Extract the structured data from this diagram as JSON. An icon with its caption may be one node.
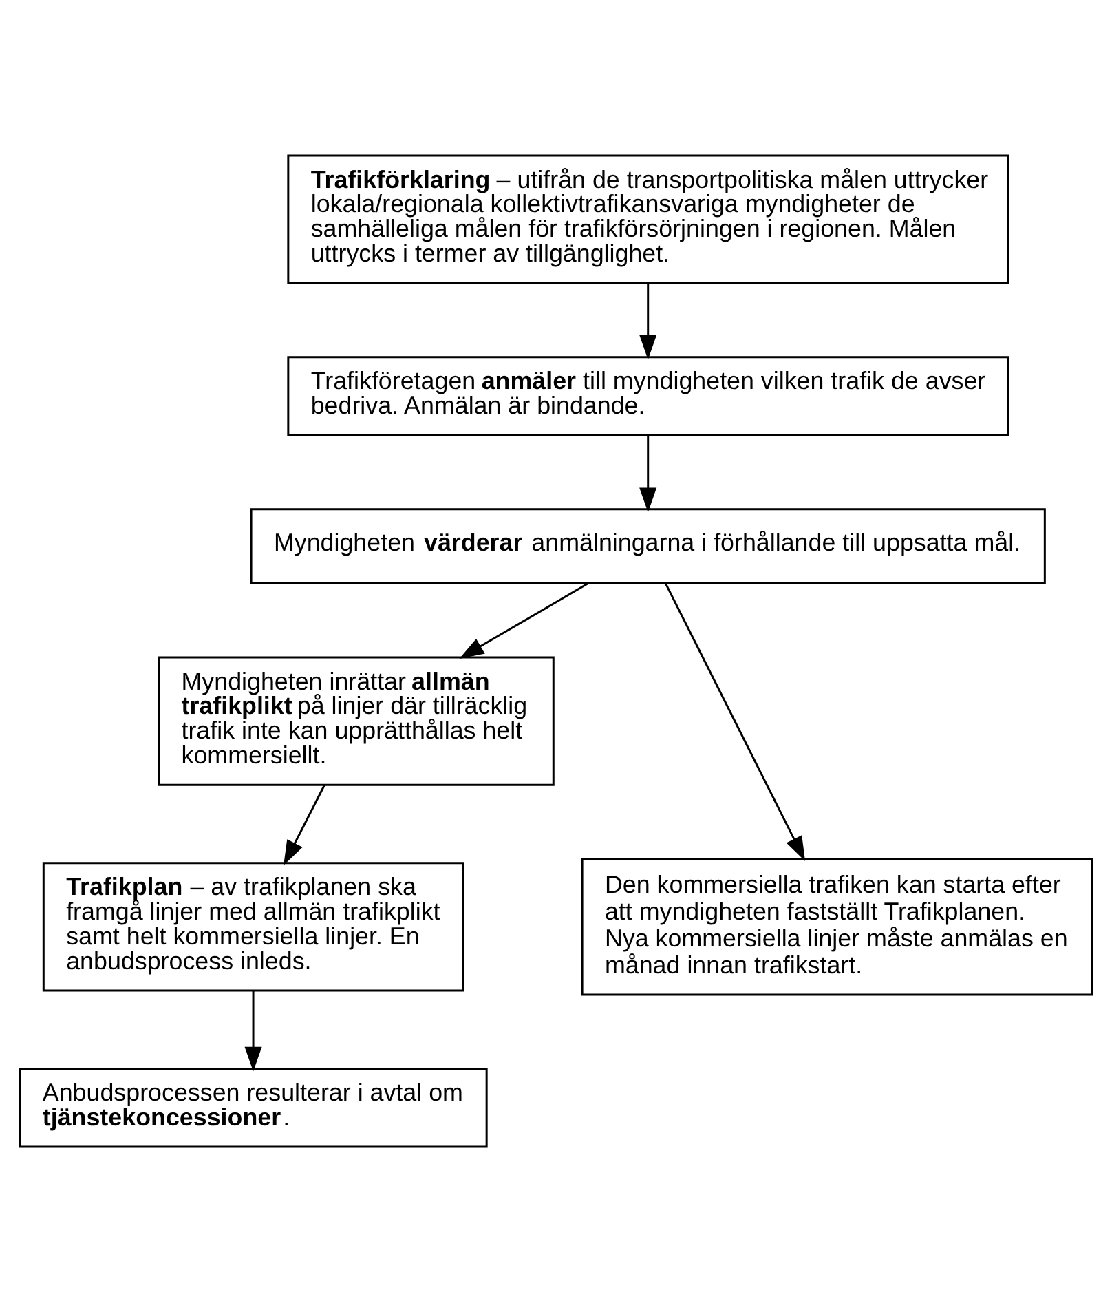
{
  "diagram": {
    "nodes": [
      {
        "text": [
          "**Trafikförklaring** – utifrån de transportpolitiska målen uttrycker lokala/regionala kollektivtrafikansvariga myndigheter de samhälleliga målen för trafikförsörjningen i regionen. Målen uttrycks i termer av tillgänglighet."
        ]
      },
      {
        "text": [
          "Trafikföretagen **anmäler** till myndigheten vilken trafik de avser bedriva. Anmälan är bindande."
        ]
      },
      {
        "text": [
          "Myndigheten **värderar** anmälningarna i förhållande till uppsatta mål."
        ]
      },
      {
        "text": [
          "Myndigheten inrättar **allmän trafikplikt** på linjer där tillräcklig trafik inte kan upprätthållas helt kommersiellt."
        ]
      },
      {
        "text": [
          "**Trafikplan** – av trafikplanen ska framgå linjer med allmän trafikplikt samt helt kommersiella linjer. En anbudsprocess inleds."
        ]
      },
      {
        "text": [
          "Den kommersiella trafiken kan starta efter att myndigheten fastställt Trafikplanen. Nya kommersiella linjer måste anmälas en månad innan trafikstart."
        ]
      },
      {
        "text": [
          "Anbudsprocessen resulterar i avtal om **tjänstekoncessioner**."
        ]
      }
    ],
    "edges": [
      {
        "from": 0,
        "to": 1,
        "arrow": "to"
      },
      {
        "from": 1,
        "to": 2,
        "arrow": "to"
      },
      {
        "from": 2,
        "to": 3,
        "arrow": "to"
      },
      {
        "from": 3,
        "to": 4,
        "arrow": "to"
      },
      {
        "from": 2,
        "to": 5,
        "arrow": "to"
      },
      {
        "from": 4,
        "to": 6,
        "arrow": "to"
      }
    ]
  }
}
